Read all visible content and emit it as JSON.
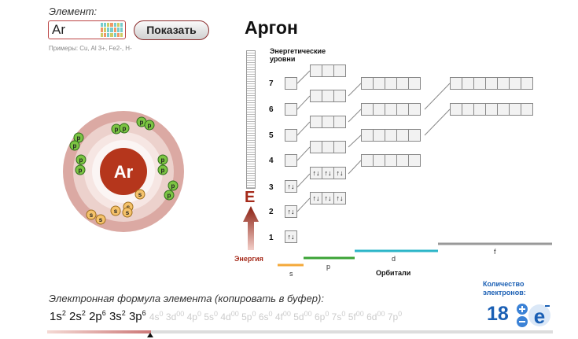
{
  "element_label": "Элемент:",
  "element_input_value": "Ar",
  "show_button": "Показать",
  "examples": "Примеры: Cu, Al 3+, Fe2-, H-",
  "element_name": "Аргон",
  "atom_symbol": "Ar",
  "levels_header": "Энергетические уровни",
  "levels": [
    "7",
    "6",
    "5",
    "4",
    "3",
    "2",
    "1"
  ],
  "energy_letter": "E",
  "energy_label": "Энергия",
  "orbital_names": {
    "s": "s",
    "p": "p",
    "d": "d",
    "f": "f"
  },
  "orbitals_label": "Орбитали",
  "count_label": "Количество электронов:",
  "electron_count": "18",
  "formula_label": "Электронная формула элемента (копировать в буфер):",
  "formula_active": [
    [
      "1s",
      "2"
    ],
    [
      "2s",
      "2"
    ],
    [
      "2p",
      "6"
    ],
    [
      "3s",
      "2"
    ],
    [
      "3p",
      "6"
    ]
  ],
  "formula_inactive": [
    [
      "4s",
      "0"
    ],
    [
      "3d",
      "00"
    ],
    [
      "4p",
      "0"
    ],
    [
      "5s",
      "0"
    ],
    [
      "4d",
      "00"
    ],
    [
      "5p",
      "0"
    ],
    [
      "6s",
      "0"
    ],
    [
      "4f",
      "00"
    ],
    [
      "5d",
      "00"
    ],
    [
      "6p",
      "0"
    ],
    [
      "7s",
      "0"
    ],
    [
      "5f",
      "00"
    ],
    [
      "6d",
      "00"
    ],
    [
      "7p",
      "0"
    ]
  ],
  "arrow_pair": "↑↓",
  "electron_labels": {
    "p": "p",
    "s": "s"
  },
  "colors": {
    "accent_red": "#a52a1a",
    "blue": "#1a5fb4",
    "s_line": "#f4a93a",
    "p_line": "#3aa335",
    "d_line": "#2bb5c8",
    "f_line": "#999999"
  }
}
